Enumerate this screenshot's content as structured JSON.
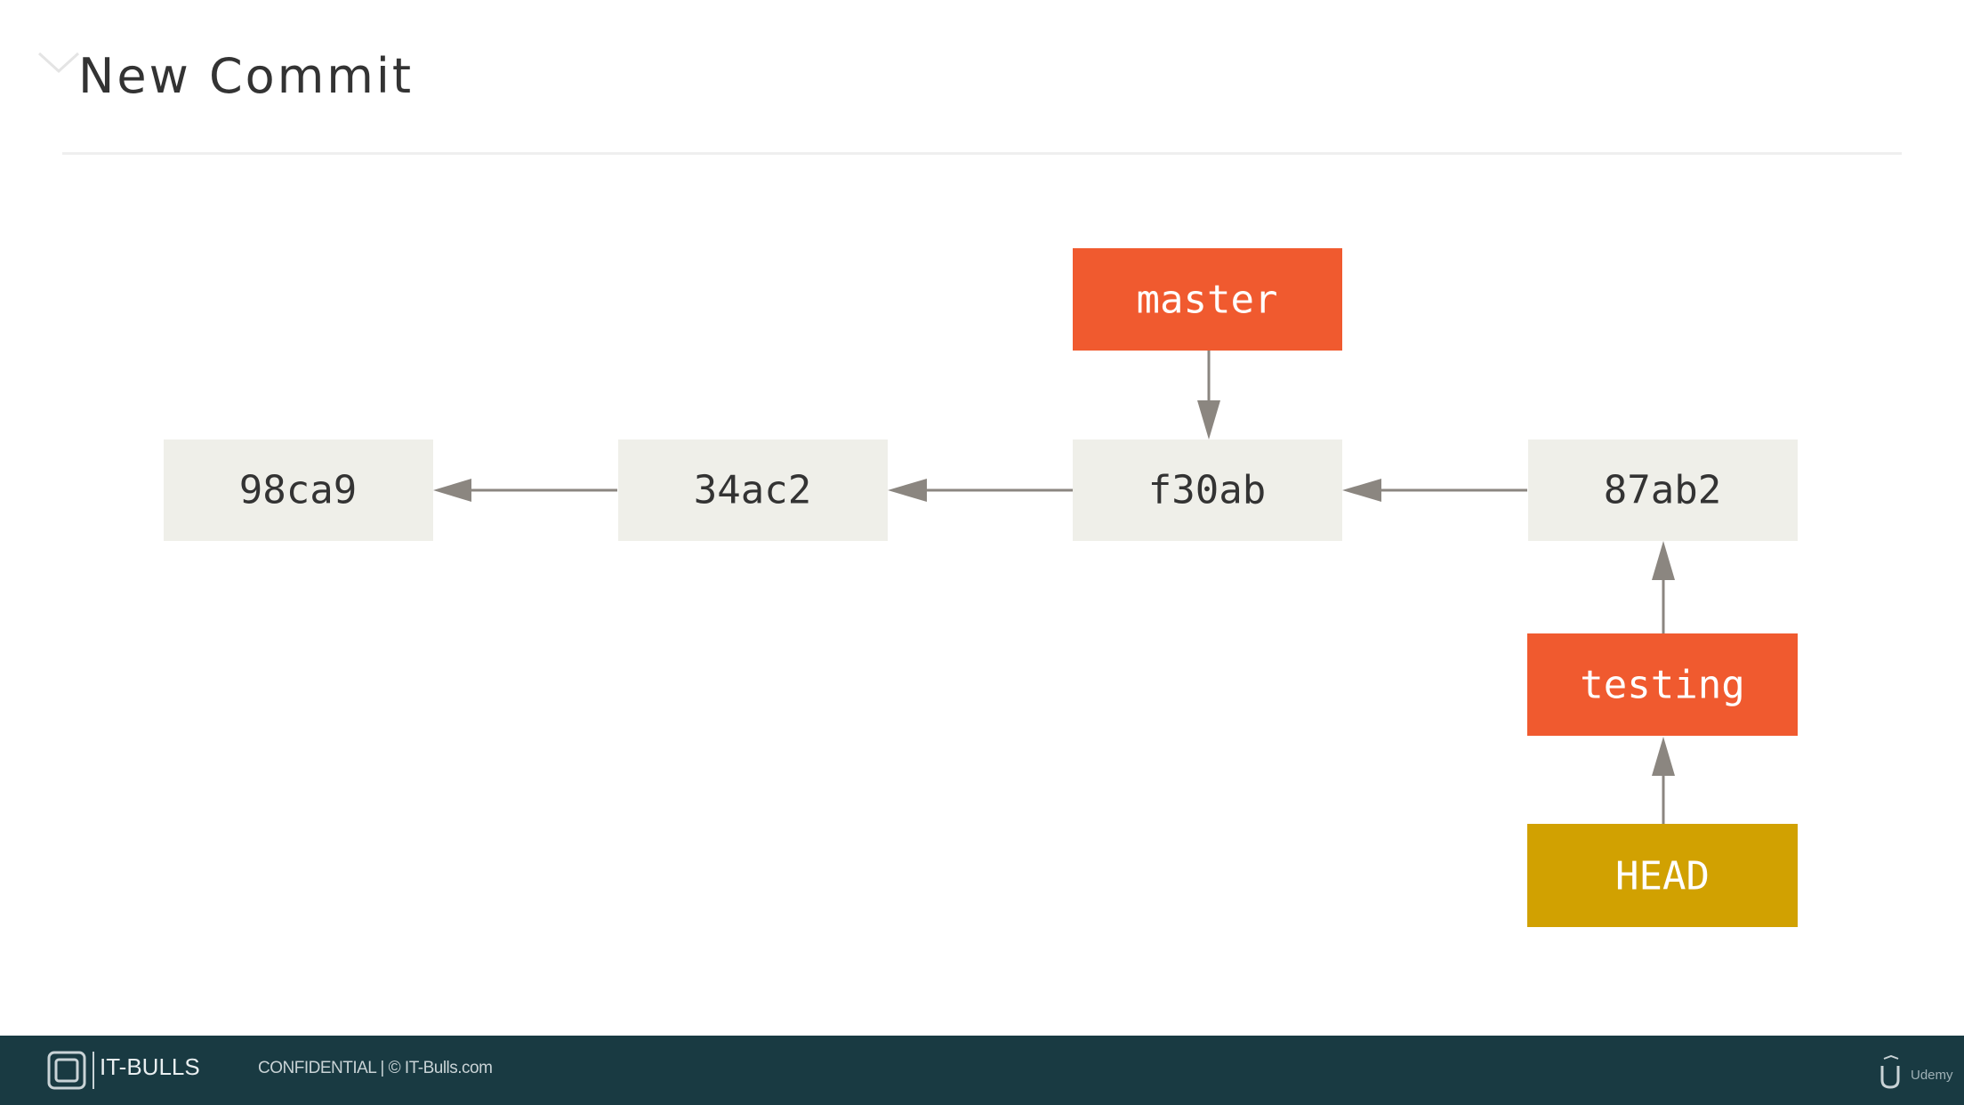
{
  "slide": {
    "title": "New Commit"
  },
  "diagram": {
    "commits": [
      {
        "id": "98ca9"
      },
      {
        "id": "34ac2"
      },
      {
        "id": "f30ab"
      },
      {
        "id": "87ab2"
      }
    ],
    "refs": {
      "master": {
        "label": "master",
        "points_to": "f30ab"
      },
      "testing": {
        "label": "testing",
        "points_to": "87ab2"
      },
      "head": {
        "label": "HEAD",
        "points_to": "testing"
      }
    },
    "colors": {
      "commit_fill": "#efefe9",
      "commit_text": "#333333",
      "branch_fill": "#f05a2f",
      "head_fill": "#d1a101",
      "label_text": "#ffffff",
      "arrow": "#8b8680"
    }
  },
  "footer": {
    "brand": "IT-BULLS",
    "confidential": "CONFIDENTIAL  |  © IT-Bulls.com",
    "udemy": "Udemy"
  }
}
